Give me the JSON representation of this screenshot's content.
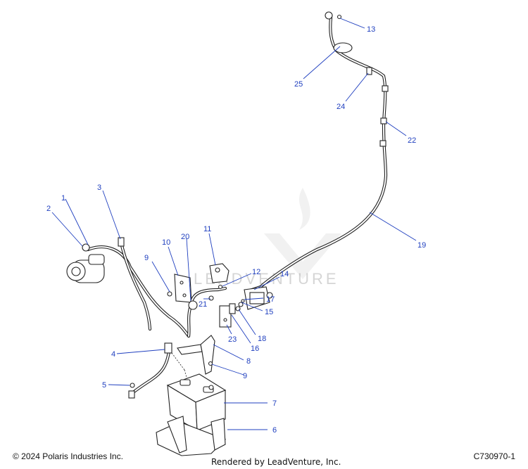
{
  "diagram": {
    "callouts": [
      "1",
      "2",
      "3",
      "4",
      "5",
      "6",
      "7",
      "8",
      "9",
      "9",
      "10",
      "11",
      "12",
      "13",
      "14",
      "15",
      "16",
      "17",
      "18",
      "19",
      "20",
      "21",
      "22",
      "23",
      "24",
      "25"
    ]
  },
  "watermark": {
    "text": "LEADVENTURE"
  },
  "footer": {
    "copyright": "© 2024 Polaris Industries Inc.",
    "rendered_by": "Rendered by LeadVenture, Inc.",
    "drawing_number": "C730970-1"
  },
  "colors": {
    "callout": "#1f3fbf",
    "line": "#222222"
  }
}
